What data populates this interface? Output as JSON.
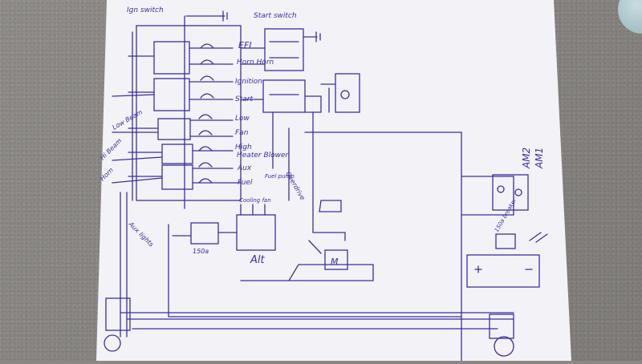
{
  "scene": {
    "background": "#8a8784",
    "paper_color": "#f3f2f6",
    "ink_color": "#3b2fa0"
  },
  "labels": {
    "ignition_switch": "Ign switch",
    "start_switch": "Start switch",
    "efi": "EFI",
    "horn": "Horn Horn",
    "ignition": "Ignition",
    "start": "Start",
    "low": "Low",
    "fan": "Fan",
    "high": "High",
    "heater_blower": "Heater Blower",
    "aux": "Aux",
    "fuel": "Fuel",
    "aux_lights": "Aux lights",
    "low_beam": "Low Beam",
    "hi_beam": "Hi Beam",
    "horn_left": "Horn",
    "cooling_fan": "Cooling fan",
    "fuel_pump": "Fuel pump",
    "overdrive": "Overdrive",
    "alt": "Alt",
    "amp_150": "150a",
    "breaker_150": "150a breaker",
    "am2": "AM2",
    "am1": "AM1",
    "motor": "M"
  }
}
